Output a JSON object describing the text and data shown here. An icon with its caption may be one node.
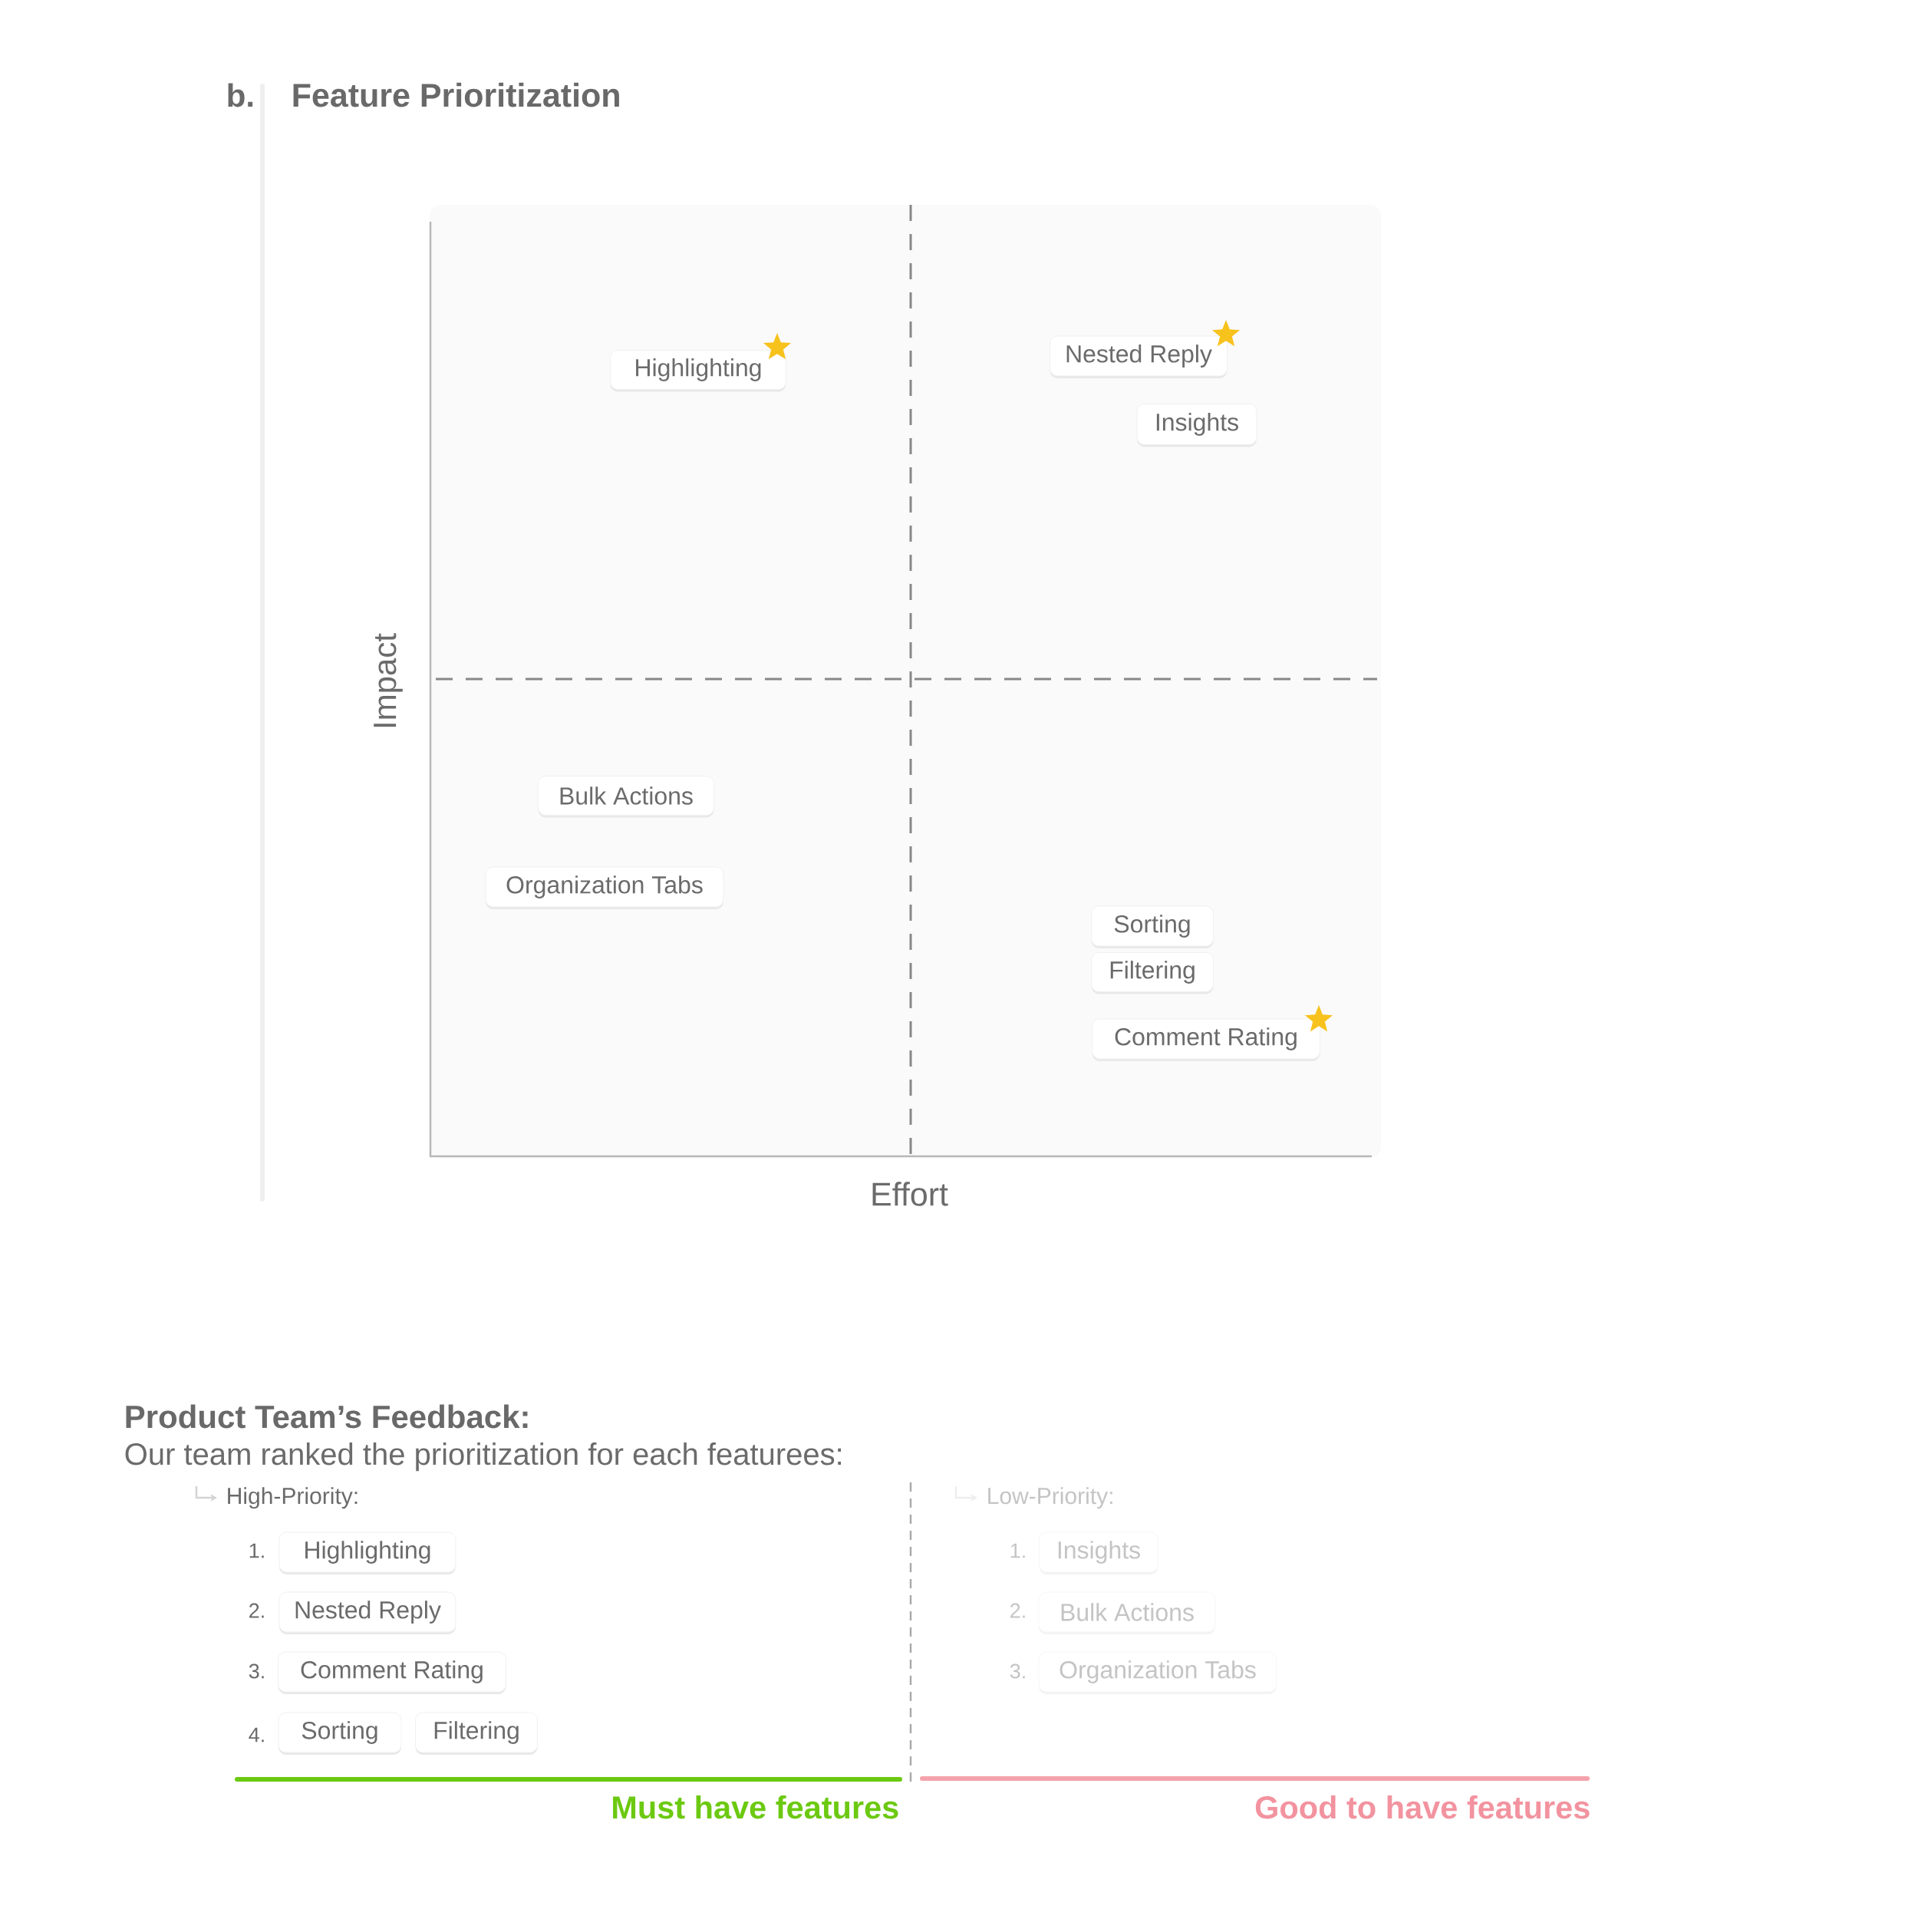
{
  "diagram": {
    "title": "Feature Prioritization",
    "nodes": [
      {
        "text": [
          "Highlighting"
        ]
      },
      {
        "text": [
          "Nested Reply"
        ]
      },
      {
        "text": [
          "Insights"
        ]
      },
      {
        "text": [
          "Bulk Actions"
        ]
      },
      {
        "text": [
          "Organization Tabs"
        ]
      },
      {
        "text": [
          "Sorting"
        ]
      },
      {
        "text": [
          "Filtering"
        ]
      },
      {
        "text": [
          "Comment Rating"
        ]
      },
      {
        "text": [
          "Highlighting"
        ],
        "beside": [
          "1."
        ]
      },
      {
        "text": [
          "Nested Reply"
        ],
        "beside": [
          "2."
        ]
      },
      {
        "text": [
          "Comment Rating"
        ],
        "beside": [
          "3."
        ]
      },
      {
        "text": [
          "Sorting"
        ],
        "beside": [
          "4."
        ]
      },
      {
        "text": [
          "Filtering"
        ]
      },
      {
        "text": [
          "Insights"
        ],
        "beside": [
          "1."
        ]
      },
      {
        "text": [
          "Bulk Actions"
        ],
        "beside": [
          "2."
        ]
      },
      {
        "text": [
          "Organization Tabs"
        ],
        "beside": [
          "3."
        ]
      }
    ],
    "labels": [
      "b.",
      "Impact",
      "Effort",
      "Product Team’s Feedback:",
      "Our team ranked the prioritization for each featurees:",
      "High-Priority:",
      "Low-Priority:",
      "Must have features",
      "Good to have features"
    ]
  }
}
